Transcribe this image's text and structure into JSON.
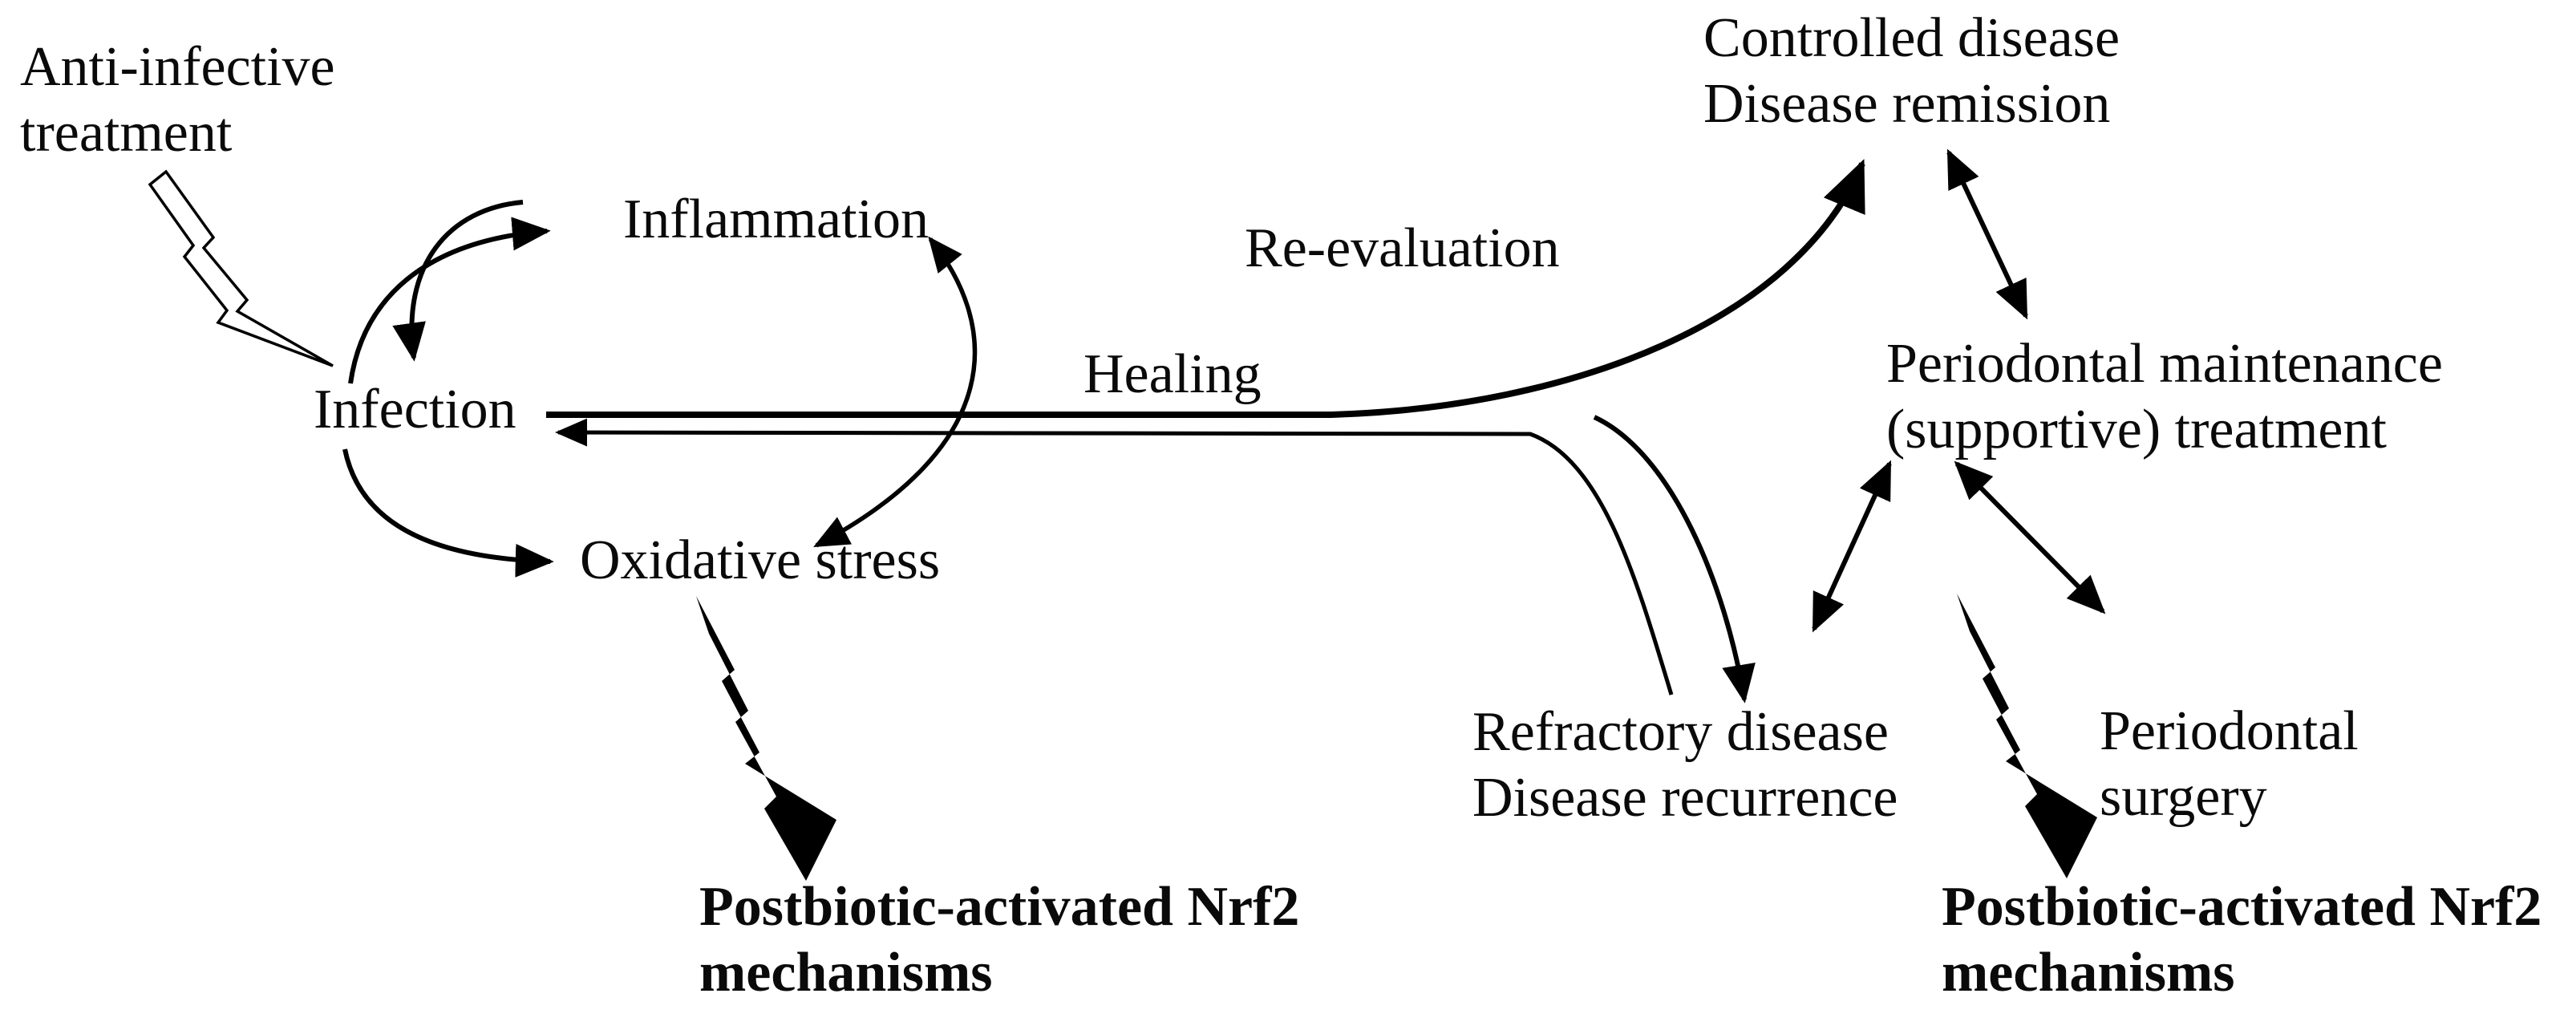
{
  "diagram": {
    "background": "#ffffff",
    "ink_color": "#000000",
    "nodes": {
      "anti_infective": {
        "line1": "Anti-infective",
        "line2": "treatment"
      },
      "inflammation": {
        "label": "Inflammation"
      },
      "infection": {
        "label": "Infection"
      },
      "oxidative_stress": {
        "label": "Oxidative stress"
      },
      "healing": {
        "label": "Healing"
      },
      "re_evaluation": {
        "label": "Re-evaluation"
      },
      "controlled_disease": {
        "line1": "Controlled disease",
        "line2": "Disease remission"
      },
      "periodontal_maintenance": {
        "line1": "Periodontal maintenance",
        "line2": "(supportive) treatment"
      },
      "refractory_disease": {
        "line1": "Refractory disease",
        "line2": "Disease recurrence"
      },
      "periodontal_surgery": {
        "line1": "Periodontal",
        "line2": "surgery"
      },
      "nrf2_left": {
        "line1": "Postbiotic-activated Nrf2",
        "line2": "mechanisms"
      },
      "nrf2_right": {
        "line1": "Postbiotic-activated Nrf2",
        "line2": "mechanisms"
      }
    },
    "relations": [
      "Anti-infective treatment strikes Infection",
      "Infection cycles with Inflammation",
      "Infection promotes Oxidative stress",
      "Inflammation cycles with Oxidative stress",
      "Healing path leads to Controlled disease / Disease remission",
      "Healing path can branch to Refractory disease / Disease recurrence",
      "Refractory disease returns to Infection",
      "Controlled disease interacts with Periodontal maintenance (supportive) treatment",
      "Periodontal maintenance interacts with Refractory disease",
      "Periodontal maintenance interacts with Periodontal surgery",
      "Postbiotic-activated Nrf2 mechanisms strike Oxidative stress",
      "Postbiotic-activated Nrf2 mechanisms strike Periodontal maintenance pathway"
    ]
  }
}
